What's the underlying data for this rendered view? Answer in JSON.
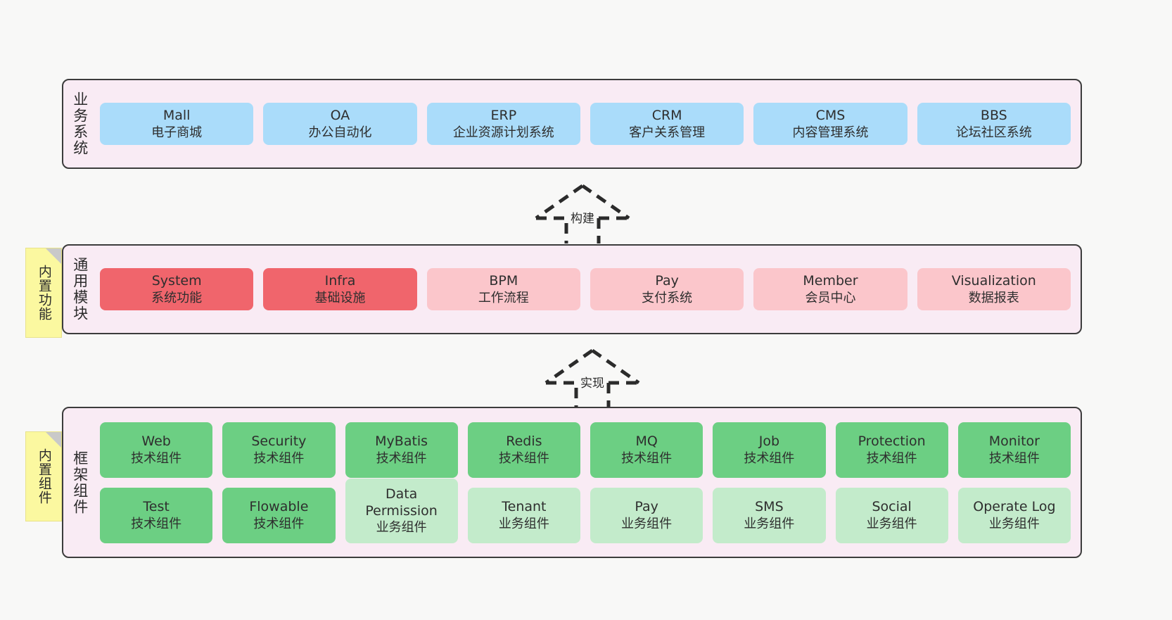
{
  "diagram": {
    "background_color": "#f8f8f7",
    "panel_color": "#f9ebf4",
    "panel_border_color": "#3c3c3c"
  },
  "layers": [
    {
      "key": "business",
      "caption": "业务系统",
      "cards": [
        {
          "en": "Mall",
          "cn": "电子商城",
          "color": "#aadcfa"
        },
        {
          "en": "OA",
          "cn": "办公自动化",
          "color": "#aadcfa"
        },
        {
          "en": "ERP",
          "cn": "企业资源计划系统",
          "color": "#aadcfa"
        },
        {
          "en": "CRM",
          "cn": "客户关系管理",
          "color": "#aadcfa"
        },
        {
          "en": "CMS",
          "cn": "内容管理系统",
          "color": "#aadcfa"
        },
        {
          "en": "BBS",
          "cn": "论坛社区系统",
          "color": "#aadcfa"
        }
      ]
    },
    {
      "key": "common",
      "caption": "通用模块",
      "cards": [
        {
          "en": "System",
          "cn": "系统功能",
          "color": "#f0656c"
        },
        {
          "en": "Infra",
          "cn": "基础设施",
          "color": "#f0656c"
        },
        {
          "en": "BPM",
          "cn": "工作流程",
          "color": "#fbc6cb"
        },
        {
          "en": "Pay",
          "cn": "支付系统",
          "color": "#fbc6cb"
        },
        {
          "en": "Member",
          "cn": "会员中心",
          "color": "#fbc6cb"
        },
        {
          "en": "Visualization",
          "cn": "数据报表",
          "color": "#fbc6cb"
        }
      ]
    },
    {
      "key": "framework",
      "caption": "框架组件",
      "rows": [
        [
          {
            "en": "Web",
            "cn": "技术组件",
            "color": "#6ccf83"
          },
          {
            "en": "Security",
            "cn": "技术组件",
            "color": "#6ccf83"
          },
          {
            "en": "MyBatis",
            "cn": "技术组件",
            "color": "#6ccf83"
          },
          {
            "en": "Redis",
            "cn": "技术组件",
            "color": "#6ccf83"
          },
          {
            "en": "MQ",
            "cn": "技术组件",
            "color": "#6ccf83"
          },
          {
            "en": "Job",
            "cn": "技术组件",
            "color": "#6ccf83"
          },
          {
            "en": "Protection",
            "cn": "技术组件",
            "color": "#6ccf83"
          },
          {
            "en": "Monitor",
            "cn": "技术组件",
            "color": "#6ccf83"
          }
        ],
        [
          {
            "en": "Test",
            "cn": "技术组件",
            "color": "#6ccf83"
          },
          {
            "en": "Flowable",
            "cn": "技术组件",
            "color": "#6ccf83"
          },
          {
            "en": "Data Permission",
            "cn": "业务组件",
            "color": "#c3ebcb",
            "wrap": true
          },
          {
            "en": "Tenant",
            "cn": "业务组件",
            "color": "#c3ebcb"
          },
          {
            "en": "Pay",
            "cn": "业务组件",
            "color": "#c3ebcb"
          },
          {
            "en": "SMS",
            "cn": "业务组件",
            "color": "#c3ebcb"
          },
          {
            "en": "Social",
            "cn": "业务组件",
            "color": "#c3ebcb"
          },
          {
            "en": "Operate Log",
            "cn": "业务组件",
            "color": "#c3ebcb"
          }
        ]
      ]
    }
  ],
  "sticky_notes": [
    {
      "key": "common-note",
      "label": "内置功能"
    },
    {
      "key": "framework-note",
      "label": "内置组件"
    }
  ],
  "connectors": [
    {
      "key": "build",
      "label": "构建"
    },
    {
      "key": "implement",
      "label": "实现"
    }
  ]
}
